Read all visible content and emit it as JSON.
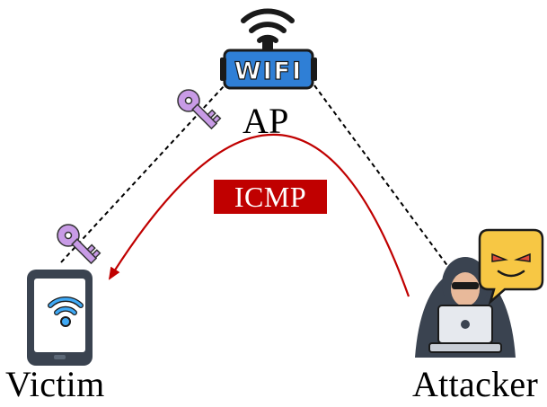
{
  "nodes": {
    "ap": {
      "label": "AP",
      "badge_text": "WIFI"
    },
    "victim": {
      "label": "Victim"
    },
    "attacker": {
      "label": "Attacker"
    }
  },
  "attack": {
    "packet_label": "ICMP"
  },
  "colors": {
    "attack_arrow": "#c00000",
    "icmp_box": "#c00000",
    "key": "#c89be6",
    "wifi_badge": "#2f7fd6",
    "icon_dark": "#3a4350",
    "emoji_face": "#f7c744",
    "emoji_eyes": "#e04b3a"
  }
}
